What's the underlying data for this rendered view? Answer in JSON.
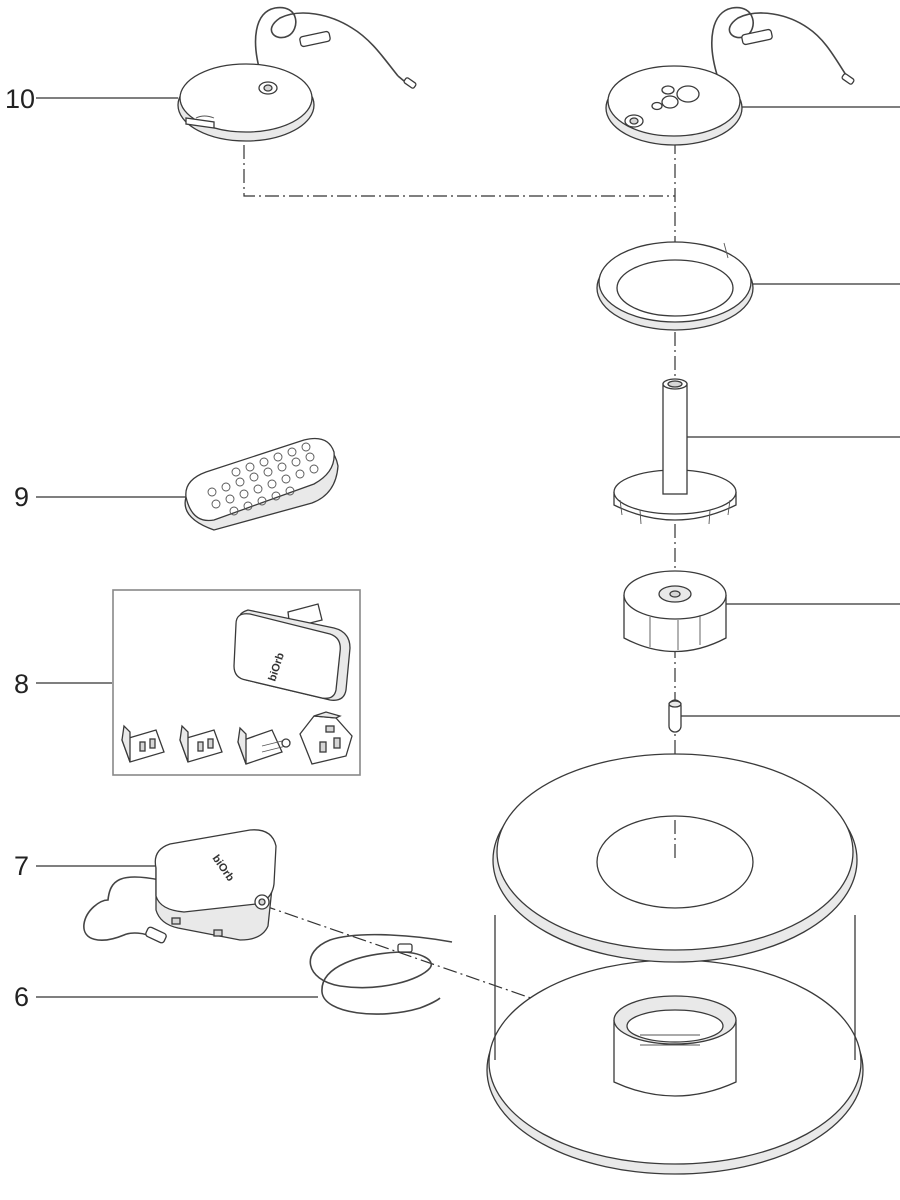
{
  "callouts": [
    {
      "id": "10",
      "label": "10"
    },
    {
      "id": "9",
      "label": "9"
    },
    {
      "id": "8",
      "label": "8"
    },
    {
      "id": "7",
      "label": "7"
    },
    {
      "id": "6",
      "label": "6"
    }
  ],
  "brand": {
    "logo_text": "biOrb"
  },
  "colors": {
    "line": "#333333",
    "fill": "#ffffff",
    "shade": "#e9e9e9",
    "dark_shade": "#d6d6d6"
  }
}
